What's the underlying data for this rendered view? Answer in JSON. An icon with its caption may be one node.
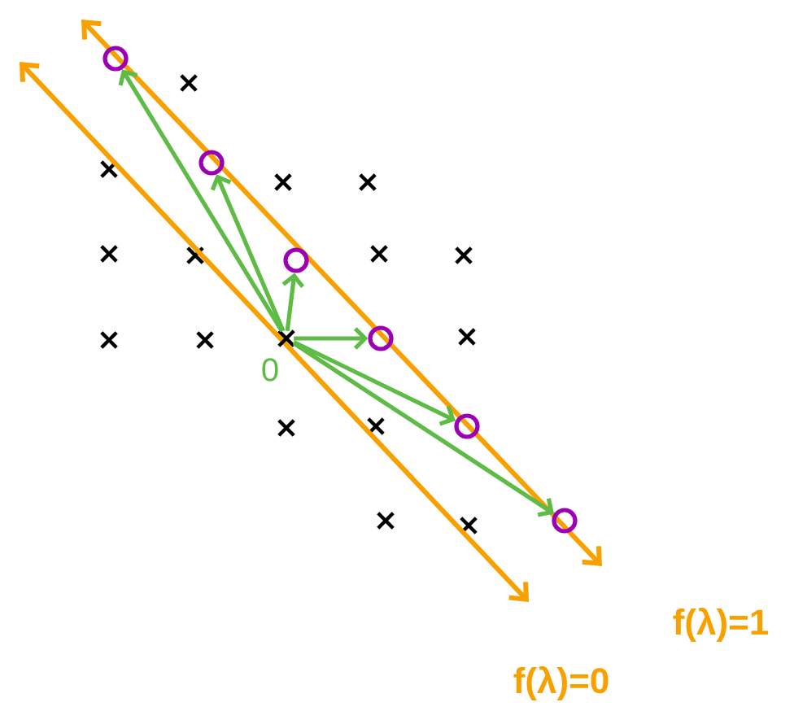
{
  "diagram": {
    "nodes": [
      {
        "text": [],
        "shape": "cross",
        "beside": [
          "0"
        ]
      },
      {
        "text": [],
        "shape": "circle"
      },
      {
        "text": [],
        "shape": "circle"
      },
      {
        "text": [],
        "shape": "circle"
      },
      {
        "text": [],
        "shape": "circle"
      },
      {
        "text": [],
        "shape": "circle"
      },
      {
        "text": [],
        "shape": "circle"
      }
    ],
    "edges": [
      {
        "from": 0,
        "to": 1,
        "arrow": "to"
      },
      {
        "from": 0,
        "to": 2,
        "arrow": "to"
      },
      {
        "from": 0,
        "to": 3,
        "arrow": "to"
      },
      {
        "from": 0,
        "to": 4,
        "arrow": "to"
      },
      {
        "from": 0,
        "to": 5,
        "arrow": "to"
      },
      {
        "from": 0,
        "to": 6,
        "arrow": "to"
      }
    ],
    "labels": [
      "f(λ)=1",
      "f(λ)=0"
    ]
  }
}
